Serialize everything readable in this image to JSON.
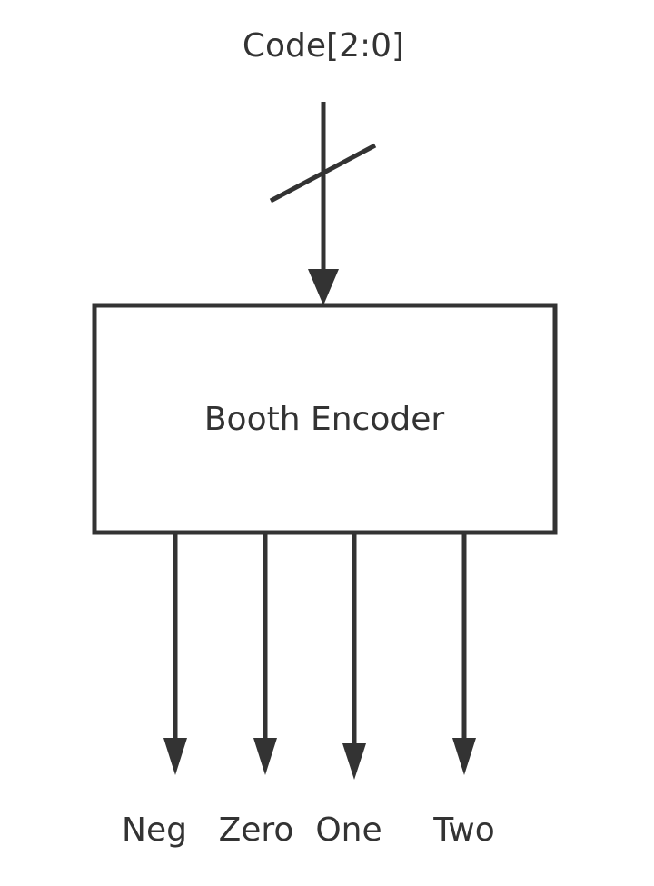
{
  "diagram": {
    "input": {
      "label": "Code[2:0]"
    },
    "block": {
      "label": "Booth Encoder"
    },
    "outputs": [
      {
        "label": "Neg"
      },
      {
        "label": "Zero"
      },
      {
        "label": "One"
      },
      {
        "label": "Two"
      }
    ],
    "colors": {
      "stroke": "#333333",
      "text": "#333333",
      "background": "#ffffff"
    }
  }
}
